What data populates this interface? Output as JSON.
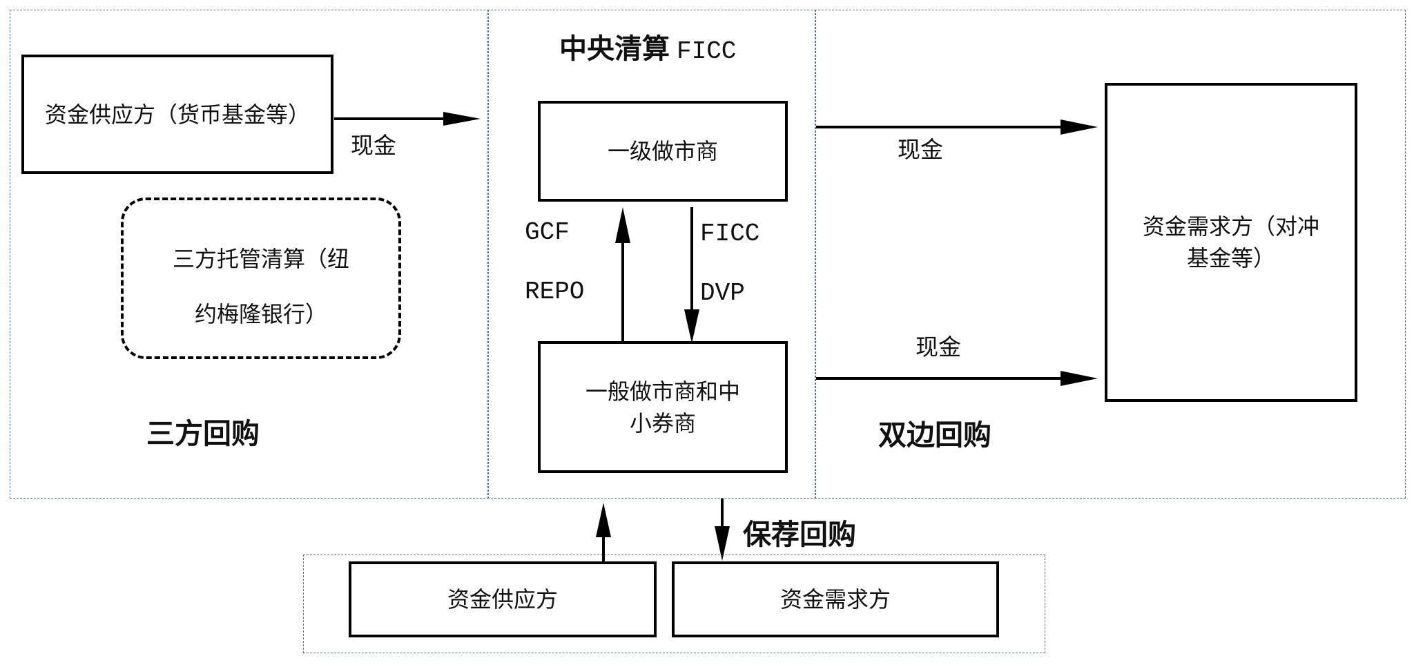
{
  "colors": {
    "region_border": "#5b7193",
    "box_border": "#000000",
    "arrow": "#000000",
    "text": "#111111"
  },
  "sections": {
    "center_title_bold": "中央清算",
    "center_title_code": "FICC",
    "tri_party": "三方回购",
    "bilateral": "双边回购",
    "sponsored": "保荐回购"
  },
  "nodes": {
    "cash_provider_mmf": "资金供应方（货币基金等）",
    "custody_clearing_line1": "三方托管清算（纽",
    "custody_clearing_line2": "约梅隆银行）",
    "primary_dealer": "一级做市商",
    "general_dealer": "一般做市商和中小券商",
    "cash_demander_hedge": "资金需求方（对冲基金等）",
    "sponsored_provider": "资金供应方",
    "sponsored_demander": "资金需求方"
  },
  "edge_labels": {
    "cash_in": "现金",
    "cash_out_top": "现金",
    "cash_out_bottom": "现金",
    "gcf": "GCF",
    "repo": "REPO",
    "ficc": "FICC",
    "dvp": "DVP"
  },
  "edges": [
    {
      "from": "cash_provider_mmf",
      "to": "central_clearing",
      "label": "现金"
    },
    {
      "from": "general_dealer",
      "to": "primary_dealer",
      "label": "GCF REPO"
    },
    {
      "from": "primary_dealer",
      "to": "general_dealer",
      "label": "FICC DVP"
    },
    {
      "from": "primary_dealer",
      "to": "cash_demander_hedge",
      "label": "现金"
    },
    {
      "from": "general_dealer",
      "to": "cash_demander_hedge",
      "label": "现金"
    },
    {
      "from": "sponsored_provider",
      "to": "central_clearing"
    },
    {
      "from": "central_clearing",
      "to": "sponsored_demander"
    }
  ]
}
